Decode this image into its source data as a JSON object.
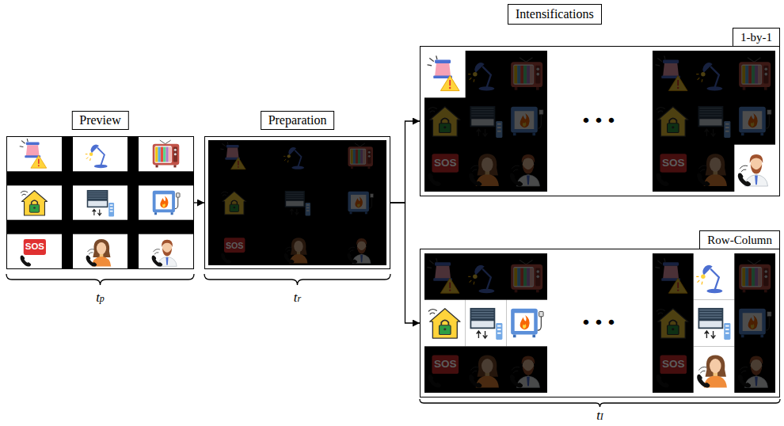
{
  "diagram": {
    "nodes": [
      {
        "text": [
          "Preview"
        ]
      },
      {
        "text": [
          "Preparation"
        ]
      },
      {
        "text": [
          "Intensifications"
        ]
      },
      {
        "text": [
          "1-by-1"
        ]
      },
      {
        "text": [
          "Row-Column"
        ]
      }
    ],
    "edges": [
      {
        "from": 0,
        "to": 1,
        "arrow": "to"
      },
      {
        "from": 1,
        "to": 3,
        "arrow": "to"
      },
      {
        "from": 1,
        "to": 4,
        "arrow": "to"
      }
    ],
    "labels": [
      "tp",
      "tr",
      "tI",
      "•••",
      "•••",
      "SOS",
      "SOS",
      "SOS",
      "SOS",
      "SOS",
      "SOS"
    ]
  }
}
